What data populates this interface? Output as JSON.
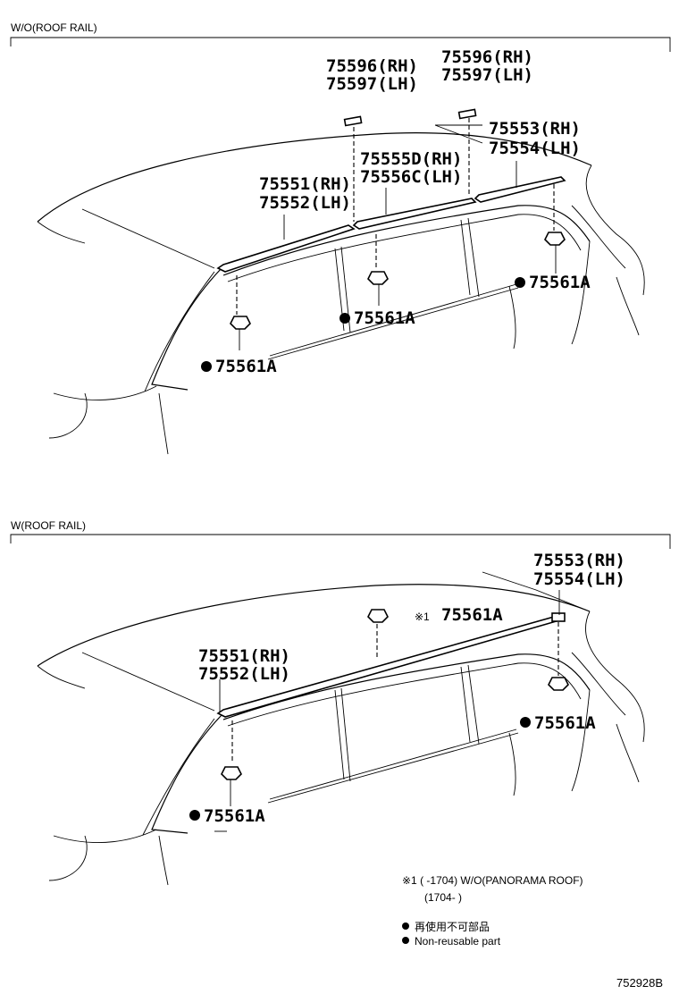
{
  "sections": {
    "top_title": "W/O(ROOF RAIL)",
    "bottom_title": "W(ROOF RAIL)"
  },
  "top_labels": {
    "p75596_a_rh": "75596(RH)",
    "p75597_a_lh": "75597(LH)",
    "p75596_b_rh": "75596(RH)",
    "p75597_b_lh": "75597(LH)",
    "p75553_rh": "75553(RH)",
    "p75554_lh": "75554(LH)",
    "p75555d_rh": "75555D(RH)",
    "p75556c_lh": "75556C(LH)",
    "p75551_rh": "75551(RH)",
    "p75552_lh": "75552(LH)",
    "clip_right": "75561A",
    "clip_middle": "75561A",
    "clip_left": "75561A"
  },
  "bottom_labels": {
    "p75553_rh": "75553(RH)",
    "p75554_lh": "75554(LH)",
    "clip_top_mark": "※1",
    "clip_top": "75561A",
    "p75551_rh": "75551(RH)",
    "p75552_lh": "75552(LH)",
    "clip_right": "75561A",
    "clip_left": "75561A"
  },
  "notes": {
    "note1_line1": "※1 (      -1704) W/O(PANORAMA ROOF)",
    "note1_line2": "(1704-      )"
  },
  "legend": {
    "jp": "再使用不可部品",
    "en": "Non-reusable part"
  },
  "diagram_code": "752928B"
}
